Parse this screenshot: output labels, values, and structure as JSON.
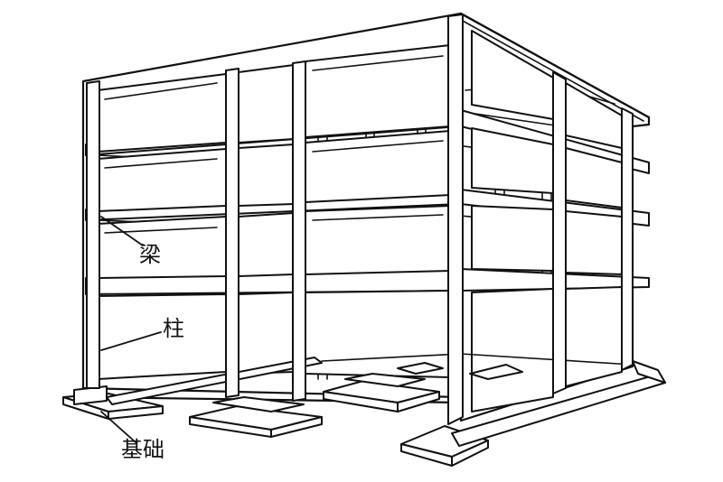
{
  "labels": {
    "beam": "梁",
    "column": "柱",
    "foundation": "基础"
  }
}
